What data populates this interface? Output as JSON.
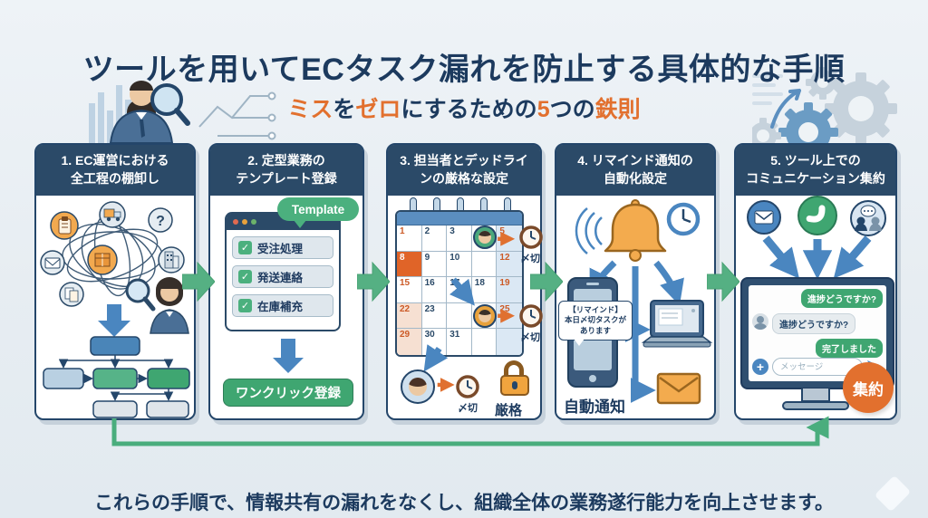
{
  "header": {
    "title": "ツールを用いてECタスク漏れを防止する具体的な手順",
    "subtitle": {
      "part1": "ミス",
      "part2": "を",
      "part3": "ゼロ",
      "part4": "にするための",
      "part5": "5",
      "part6": "つの",
      "part7": "鉄則"
    }
  },
  "panels": [
    {
      "title_line1": "1. EC運営における",
      "title_line2": "全工程の棚卸し"
    },
    {
      "title_line1": "2. 定型業務の",
      "title_line2": "テンプレート登録"
    },
    {
      "title_line1": "3. 担当者とデッドライ",
      "title_line2": "ンの厳格な設定"
    },
    {
      "title_line1": "4. リマインド通知の",
      "title_line2": "自動化設定"
    },
    {
      "title_line1": "5. ツール上での",
      "title_line2": "コミュニケーション集約"
    }
  ],
  "panel2": {
    "template_badge": "Template",
    "checklist": [
      "受注処理",
      "発送連絡",
      "在庫補充"
    ],
    "register_button": "ワンクリック登録"
  },
  "panel3": {
    "calendar_days": [
      [
        "1",
        "2",
        "3",
        "",
        "5"
      ],
      [
        "8",
        "9",
        "10",
        "",
        "12"
      ],
      [
        "15",
        "16",
        "17",
        "18",
        "19"
      ],
      [
        "22",
        "23",
        "",
        "",
        "25"
      ],
      [
        "29",
        "30",
        "31",
        "",
        ""
      ]
    ],
    "deadline_label": "〆切",
    "strict_label": "厳格"
  },
  "panel4": {
    "reminder_line1": "【リマインド】",
    "reminder_line2": "本日〆切タスクが",
    "reminder_line3": "あります",
    "auto_notify_label": "自動通知"
  },
  "panel5": {
    "messages": [
      {
        "side": "right",
        "text": "進捗どうですか?"
      },
      {
        "side": "left",
        "text": "進捗どうですか?"
      },
      {
        "side": "right",
        "text": "完了しました"
      }
    ],
    "message_placeholder": "メッセージ",
    "badge": "集約"
  },
  "footer": {
    "text": "これらの手順で、情報共有の漏れをなくし、組織全体の業務遂行能力を向上させます。"
  },
  "icons": {
    "check": "✓",
    "plus": "+",
    "question": "?"
  },
  "colors": {
    "navy": "#1c3a5e",
    "header_navy": "#2b4a68",
    "orange": "#e2702e",
    "green": "#4bb07e",
    "blue": "#4a86c0",
    "background": "#e9eef3"
  }
}
